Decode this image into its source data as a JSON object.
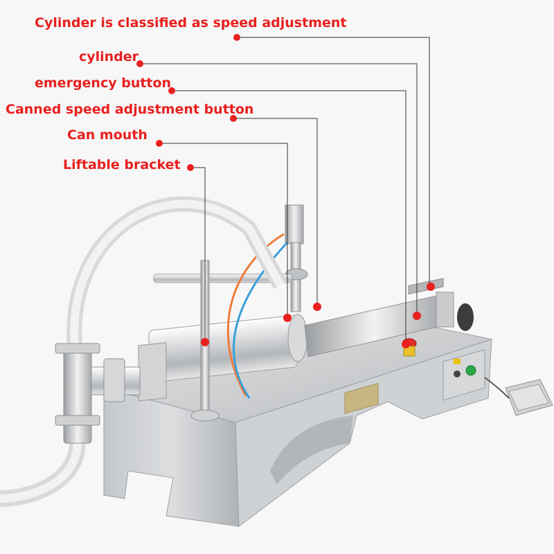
{
  "callouts": [
    {
      "id": "speed-cylinder",
      "label": "Cylinder is classified as speed adjustment"
    },
    {
      "id": "cylinder",
      "label": "cylinder"
    },
    {
      "id": "emergency",
      "label": "emergency button"
    },
    {
      "id": "canned-speed",
      "label": "Canned speed adjustment button"
    },
    {
      "id": "can-mouth",
      "label": "Can mouth"
    },
    {
      "id": "bracket",
      "label": "Liftable bracket"
    }
  ],
  "colors": {
    "callout": "#e8201f",
    "leader": "#333333",
    "steel": "#c9cbcd"
  }
}
